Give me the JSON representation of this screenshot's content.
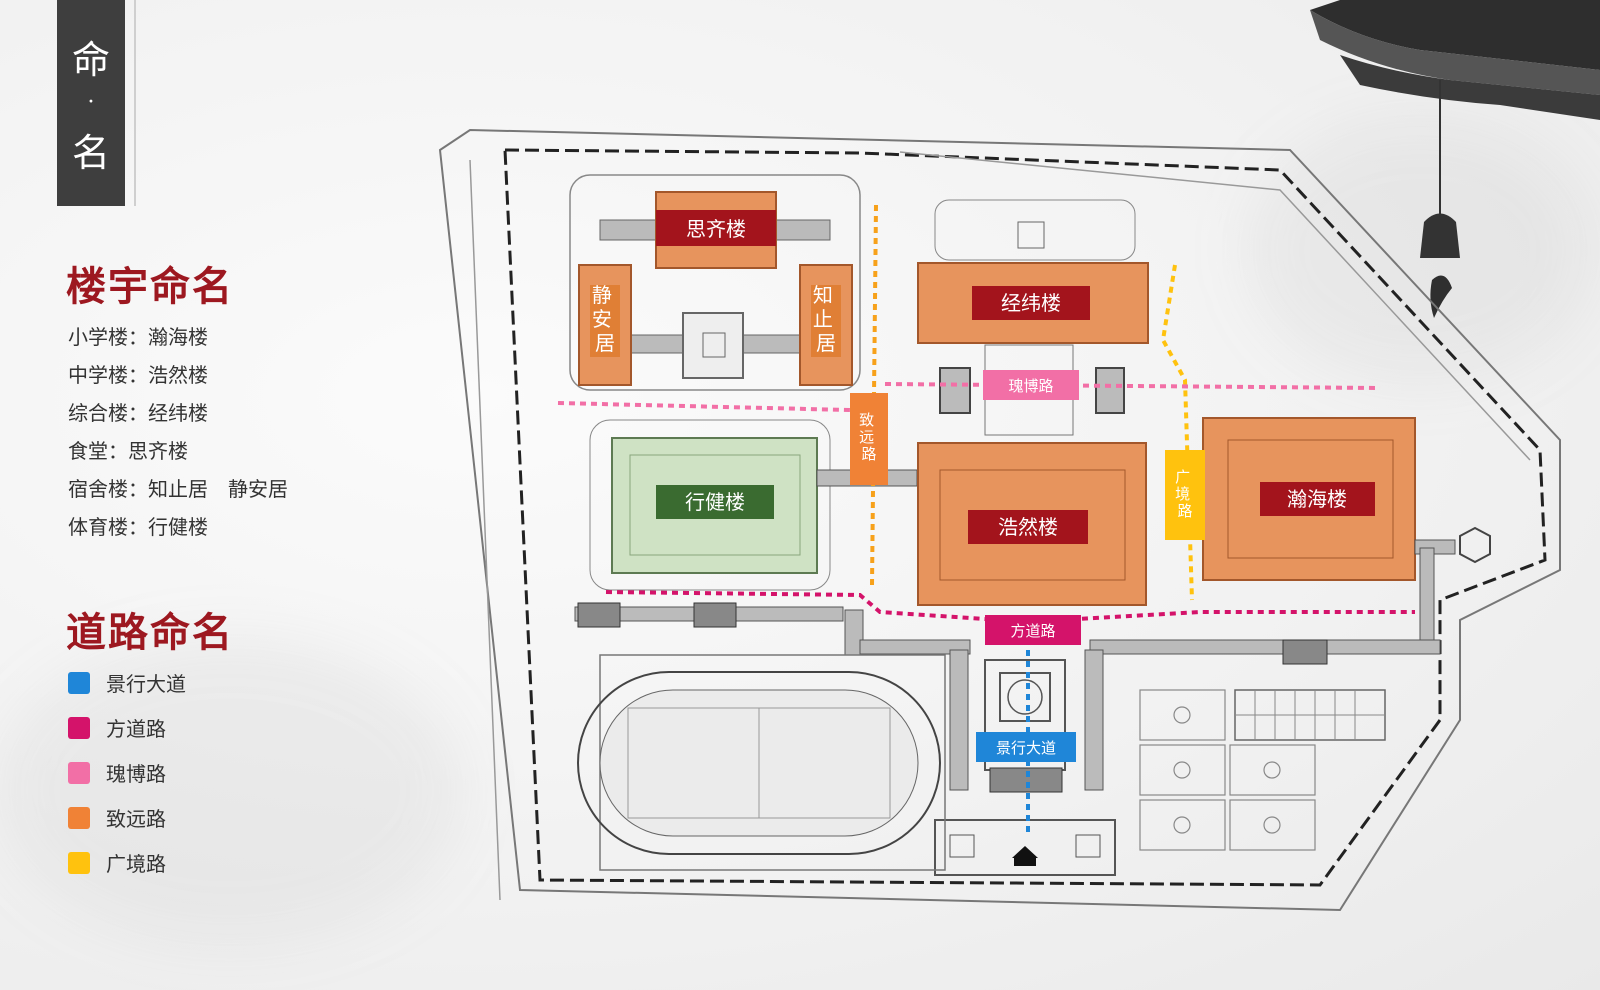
{
  "header": {
    "tag_top": "命",
    "tag_dot": "·",
    "tag_bottom": "名"
  },
  "buildings_section": {
    "title": "楼宇命名",
    "items": [
      {
        "text": "小学楼：瀚海楼"
      },
      {
        "text": "中学楼：浩然楼"
      },
      {
        "text": "综合楼：经纬楼"
      },
      {
        "text": "食堂：思齐楼"
      },
      {
        "text": "宿舍楼：知止居",
        "extra": "静安居"
      },
      {
        "text": "体育楼：行健楼"
      }
    ]
  },
  "roads_section": {
    "title": "道路命名",
    "legend": [
      {
        "label": "景行大道",
        "color": "#1f86d8"
      },
      {
        "label": "方道路",
        "color": "#d4136a"
      },
      {
        "label": "瑰博路",
        "color": "#f26fa6"
      },
      {
        "label": "致远路",
        "color": "#f08236"
      },
      {
        "label": "广境路",
        "color": "#ffc20e"
      }
    ]
  },
  "map": {
    "buildings": {
      "siqi": "思齐楼",
      "jingan": "静安居",
      "zhizhi": "知止居",
      "jingwei": "经纬楼",
      "xingjian": "行健楼",
      "haoran": "浩然楼",
      "hanhai": "瀚海楼"
    },
    "roads": {
      "guibo": "瑰博路",
      "zhiyuan": "致远路",
      "guangjing": "广境路",
      "fangdao": "方道路",
      "jingxing": "景行大道"
    }
  }
}
